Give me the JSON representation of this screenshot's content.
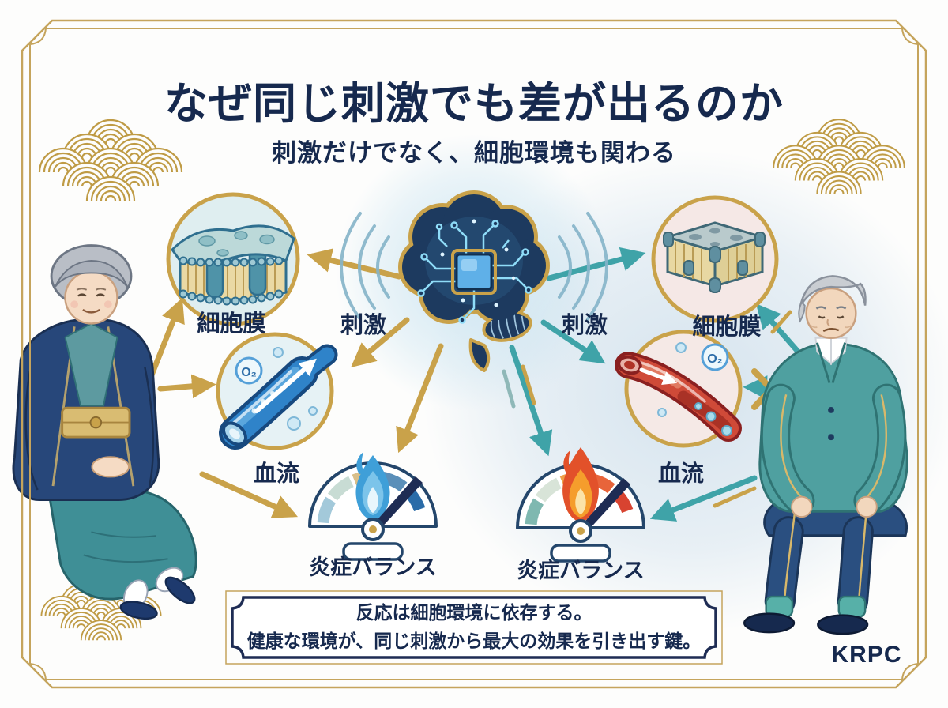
{
  "colors": {
    "navy": "#16294e",
    "frame_gold": "#c5a45c",
    "arrow_gold": "#c9a24a",
    "arrow_teal": "#3fa3a8",
    "healthy_blue": "#2f83c9",
    "impaired_red": "#cf4a38",
    "calm_flame_blue": "#3f9fd8",
    "hot_flame_red": "#e2512a"
  },
  "header": {
    "title": "なぜ同じ刺激でも差が出るのか",
    "subtitle": "刺激だけでなく、細胞環境も関わる"
  },
  "center_labels": {
    "stimulus_left": "刺激",
    "stimulus_right": "刺激"
  },
  "healthy_side": {
    "membrane": "細胞膜",
    "blood_flow": "血流",
    "oxygen": "O₂",
    "inflammation": "炎症バランス"
  },
  "stressed_side": {
    "membrane": "細胞膜",
    "blood_flow": "血流",
    "oxygen": "O₂",
    "inflammation": "炎症バランス"
  },
  "summary": {
    "line1": "反応は細胞環境に依存する。",
    "line2": "健康な環境が、同じ刺激から最大の効果を引き出す鍵。"
  },
  "footer": {
    "brand": "KRPC"
  }
}
